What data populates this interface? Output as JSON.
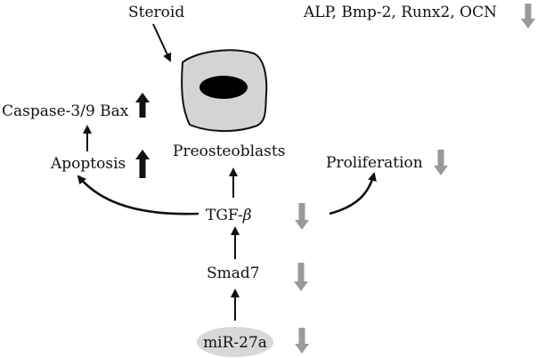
{
  "labels": {
    "steroid": "Steroid",
    "markers": "ALP, Bmp-2, Runx2, OCN",
    "caspase": "Caspase-3/9 Bax",
    "apoptosis": "Apoptosis",
    "preosteoblasts": "Preosteoblasts",
    "proliferation": "Proliferation",
    "tgf_prefix": "TGF-",
    "tgf_beta": "β",
    "smad7": "Smad7",
    "mir27a": "miR-27a"
  },
  "regulation": {
    "markers": "down",
    "caspase": "up",
    "apoptosis": "up",
    "proliferation": "down",
    "tgf_beta": "down",
    "smad7": "down",
    "mir27a": "down"
  },
  "colors": {
    "up_arrow": "#111111",
    "down_arrow": "#9a9a9a",
    "cell_fill": "#d4d4d4",
    "nucleus": "#000000",
    "mir_ellipse": "#d8d8d8"
  }
}
